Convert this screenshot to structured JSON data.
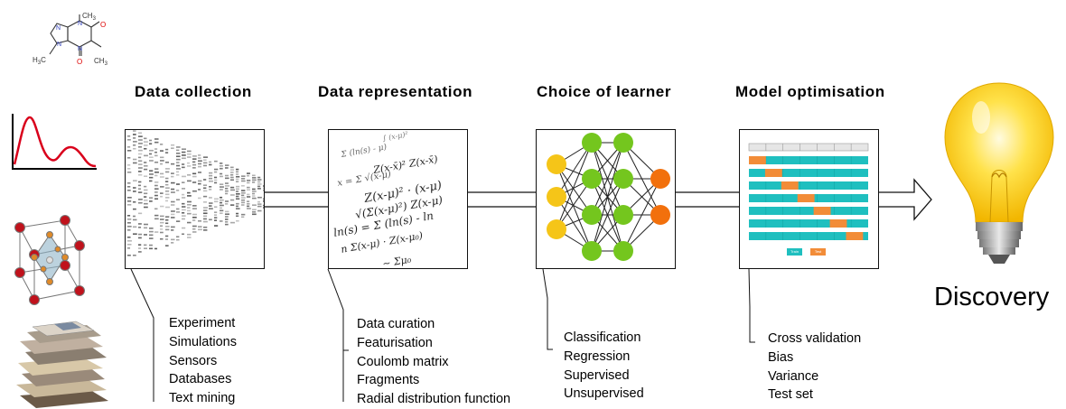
{
  "stages": [
    {
      "title": "Data collection",
      "items": [
        "Experiment",
        "Simulations",
        "Sensors",
        "Databases",
        "Text mining"
      ]
    },
    {
      "title": "Data representation",
      "items": [
        "Data curation",
        "Featurisation",
        "Coulomb matrix",
        "Fragments",
        "Radial distribution function"
      ]
    },
    {
      "title": "Choice of learner",
      "items": [
        "Classification",
        "Regression",
        "Supervised",
        "Unsupervised"
      ]
    },
    {
      "title": "Model optimisation",
      "items": [
        "Cross validation",
        "Bias",
        "Variance",
        "Test set"
      ]
    }
  ],
  "outcome": "Discovery",
  "molecule": {
    "methyl_label_top": "CH3",
    "methyl_label_right": "CH3",
    "methyl_label_left": "H3C"
  },
  "cv_panel": {
    "train_label": "Train",
    "test_label": "Test"
  },
  "colors": {
    "teal": "#1fbfbf",
    "orange": "#f28c38",
    "green": "#74c61e",
    "yellow": "#f5c518",
    "neural_orange": "#f2700c",
    "curve_red": "#d9001b",
    "crystal_red": "#c0121c",
    "crystal_orange": "#e08a28",
    "bulb_yellow": "#ffd21f"
  }
}
